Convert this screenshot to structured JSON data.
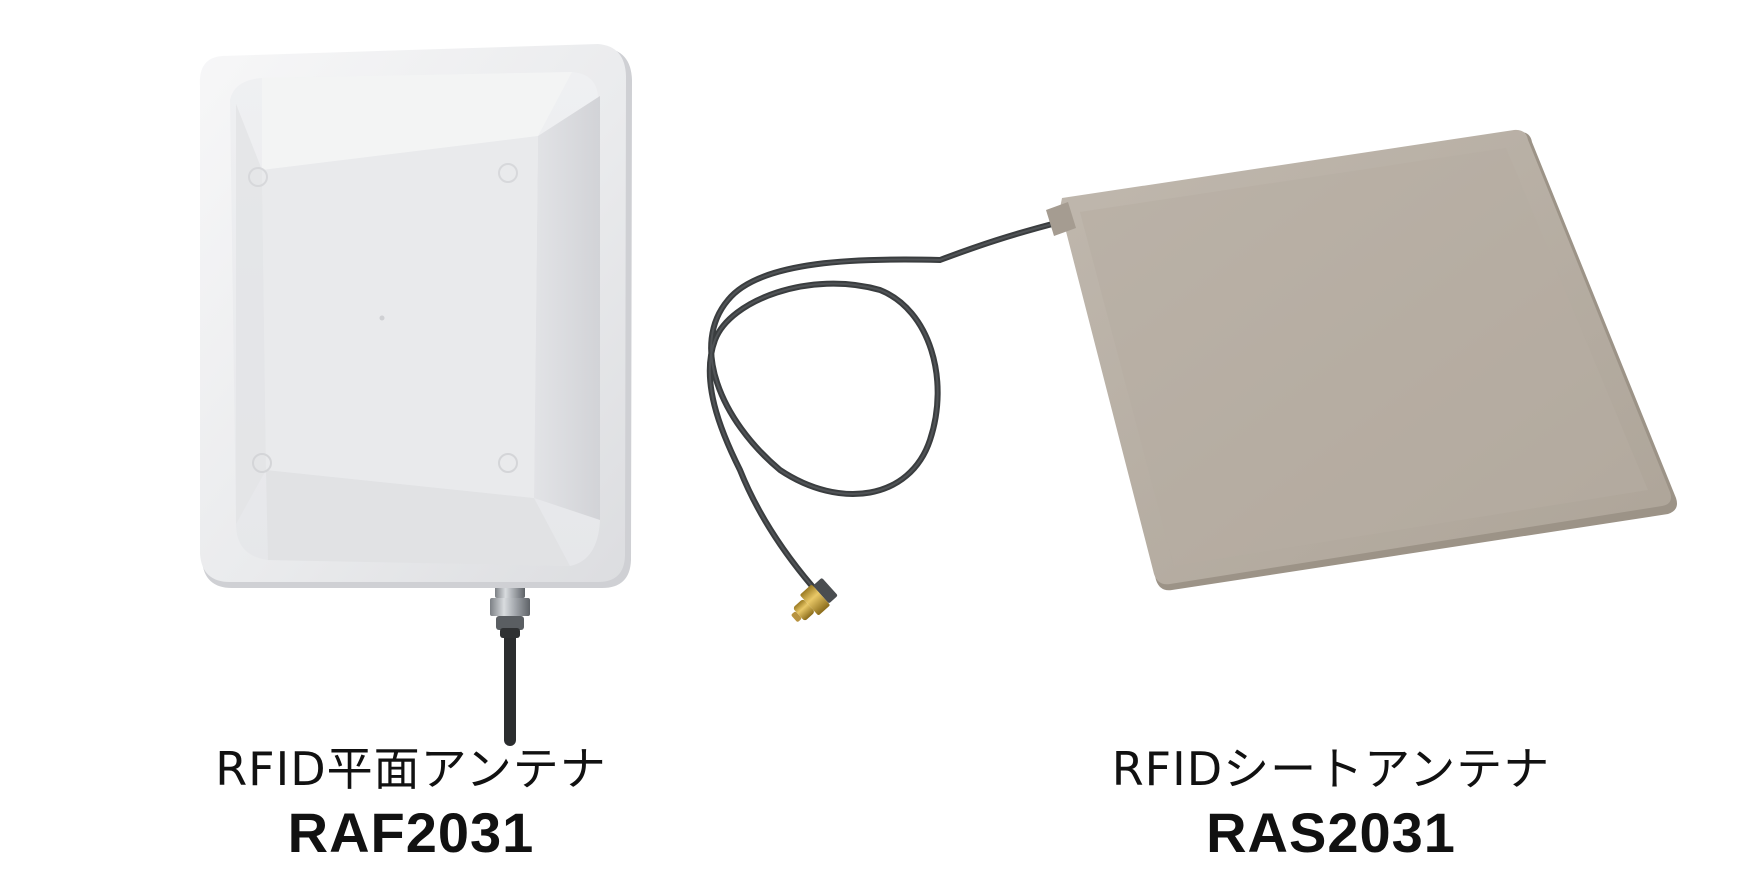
{
  "products": [
    {
      "subtitle": "RFID平面アンテナ",
      "model": "RAF2031"
    },
    {
      "subtitle": "RFIDシートアンテナ",
      "model": "RAS2031"
    }
  ],
  "colors": {
    "background": "#ffffff",
    "flat_antenna_body": "#ecedef",
    "sheet_antenna_body": "#b3aa9f",
    "cable": "#3a3d3f",
    "sma_connector": "#c9a43f",
    "text": "#111111"
  }
}
